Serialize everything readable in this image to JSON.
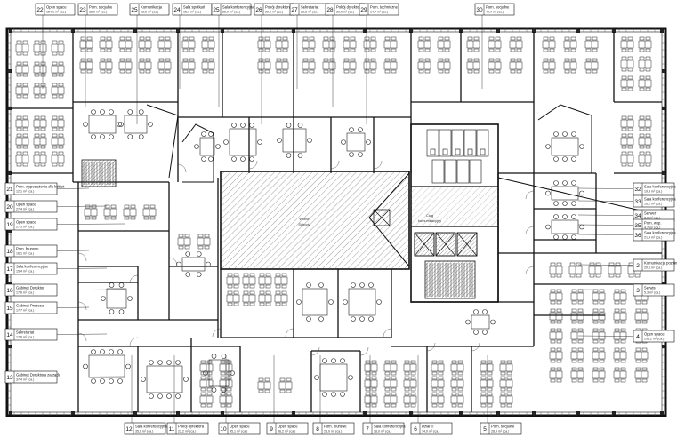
{
  "plan": {
    "center_atrium": {
      "name": "atrium",
      "line1": "Wolne",
      "line2": "Schody"
    },
    "core_label": {
      "line1": "Ciąg",
      "line2": "komunikacyjny"
    }
  },
  "rooms_top": [
    {
      "num": "22",
      "name": "Open space",
      "area": "154,1 m² (ca.)"
    },
    {
      "num": "23",
      "name": "Pom. socjalne",
      "area": "38,0 m² (ca.)"
    },
    {
      "num": "25",
      "name": "Komunikacja",
      "area": "18,6 m² (ca.)"
    },
    {
      "num": "24",
      "name": "Sala spotkań",
      "area": "15,1 m² (ca.)"
    },
    {
      "num": "25",
      "name": "Sala konferencyjna",
      "area": "26,0 m² (ca.)"
    },
    {
      "num": "26",
      "name": "Pokój dyrektora",
      "area": "20,0 m² (ca.)"
    },
    {
      "num": "27",
      "name": "Sekretariat",
      "area": "23,8 m² (ca.)"
    },
    {
      "num": "28",
      "name": "Pokój dyrektora",
      "area": "20,0 m² (ca.)"
    },
    {
      "num": "29",
      "name": "Pom. techniczne",
      "area": "14,7 m² (ca.)"
    },
    {
      "num": "30",
      "name": "Pom. socjalne",
      "area": "40,7 m² (ca.)"
    }
  ],
  "rooms_left": [
    {
      "num": "21",
      "name": "Pom. wyposażenia dla kobiet",
      "area": "12,1 m² (ca.)"
    },
    {
      "num": "20",
      "name": "Open space",
      "area": "27,4 m² (ca.)"
    },
    {
      "num": "19",
      "name": "Open space",
      "area": "27,3 m² (ca.)"
    },
    {
      "num": "18",
      "name": "Pom. biurowe",
      "area": "16,1 m² (ca.)"
    },
    {
      "num": "17",
      "name": "Sala konferencyjna",
      "area": "15,4 m² (ca.)"
    },
    {
      "num": "16",
      "name": "Gabinet Dyrektor",
      "area": "17,6 m² (ca.)"
    },
    {
      "num": "15",
      "name": "Gabinet Prezesa",
      "area": "17,7 m² (ca.)"
    },
    {
      "num": "14",
      "name": "Sekretariat",
      "area": "17,6 m² (ca.)"
    },
    {
      "num": "13",
      "name": "Gabinet Dyrektora zarządu",
      "area": "37,4 m² (ca.)"
    }
  ],
  "rooms_right": [
    {
      "num": "32",
      "name": "Sala konferencyjna",
      "area": "19,8 m² (ca.)"
    },
    {
      "num": "33",
      "name": "Sala konferencyjna",
      "area": "16,1 m² (ca.)"
    },
    {
      "num": "34",
      "name": "Serwer",
      "area": "8,0 m² (ca.)"
    },
    {
      "num": "35",
      "name": "Pom. wyp.",
      "area": "4,7 m² (ca.)"
    },
    {
      "num": "36",
      "name": "Sala konferencyjna",
      "area": "21,4 m² (ca.)"
    },
    {
      "num": "2",
      "name": "Komunikacja pozioma",
      "area": "20,6 m² (ca.)"
    },
    {
      "num": "3",
      "name": "Serwis",
      "area": "5,3 m² (ca.)"
    },
    {
      "num": "4",
      "name": "Open space",
      "area": "296,2 m² (ca.)"
    }
  ],
  "rooms_bottom": [
    {
      "num": "12",
      "name": "Sala konferencyjna",
      "area": "35,6 m² (ca.)"
    },
    {
      "num": "11",
      "name": "Pokój dyrektora",
      "area": "22,2 m² (ca.)"
    },
    {
      "num": "10",
      "name": "Open space",
      "area": "45,1 m² (ca.)"
    },
    {
      "num": "9",
      "name": "Open space",
      "area": "36,2 m² (ca.)"
    },
    {
      "num": "8",
      "name": "Pom. biurowe",
      "area": "28,0 m² (ca.)"
    },
    {
      "num": "7",
      "name": "Sala konferencyjna",
      "area": "28,0 m² (ca.)"
    },
    {
      "num": "6",
      "name": "Dział IT",
      "area": "14,0 m² (ca.)"
    },
    {
      "num": "5",
      "name": "Pom. socjalne",
      "area": "28,9 m² (ca.)"
    }
  ]
}
